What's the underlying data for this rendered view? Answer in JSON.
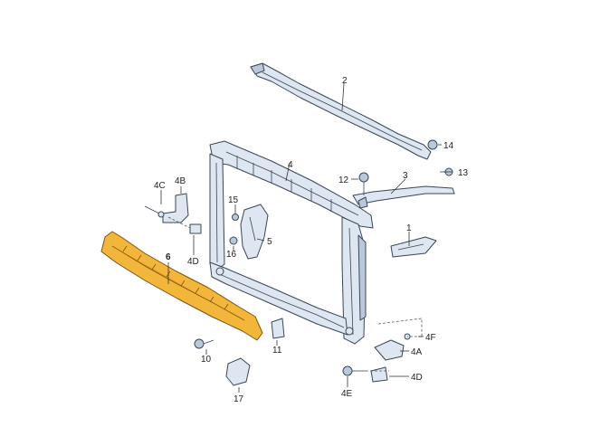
{
  "labels": {
    "p1": "1",
    "p2": "2",
    "p3": "3",
    "p4": "4",
    "p4a": "4A",
    "p4b": "4B",
    "p4c": "4C",
    "p4d_left": "4D",
    "p4d_right": "4D",
    "p4e": "4E",
    "p4f": "4F",
    "p5": "5",
    "p6": "6",
    "p10": "10",
    "p11": "11",
    "p12": "12",
    "p13": "13",
    "p14": "14",
    "p15": "15",
    "p16": "16",
    "p17": "17"
  },
  "colors": {
    "highlight": "#f2b73a",
    "part_fill": "#dde6f1",
    "outline": "#3b4755"
  }
}
